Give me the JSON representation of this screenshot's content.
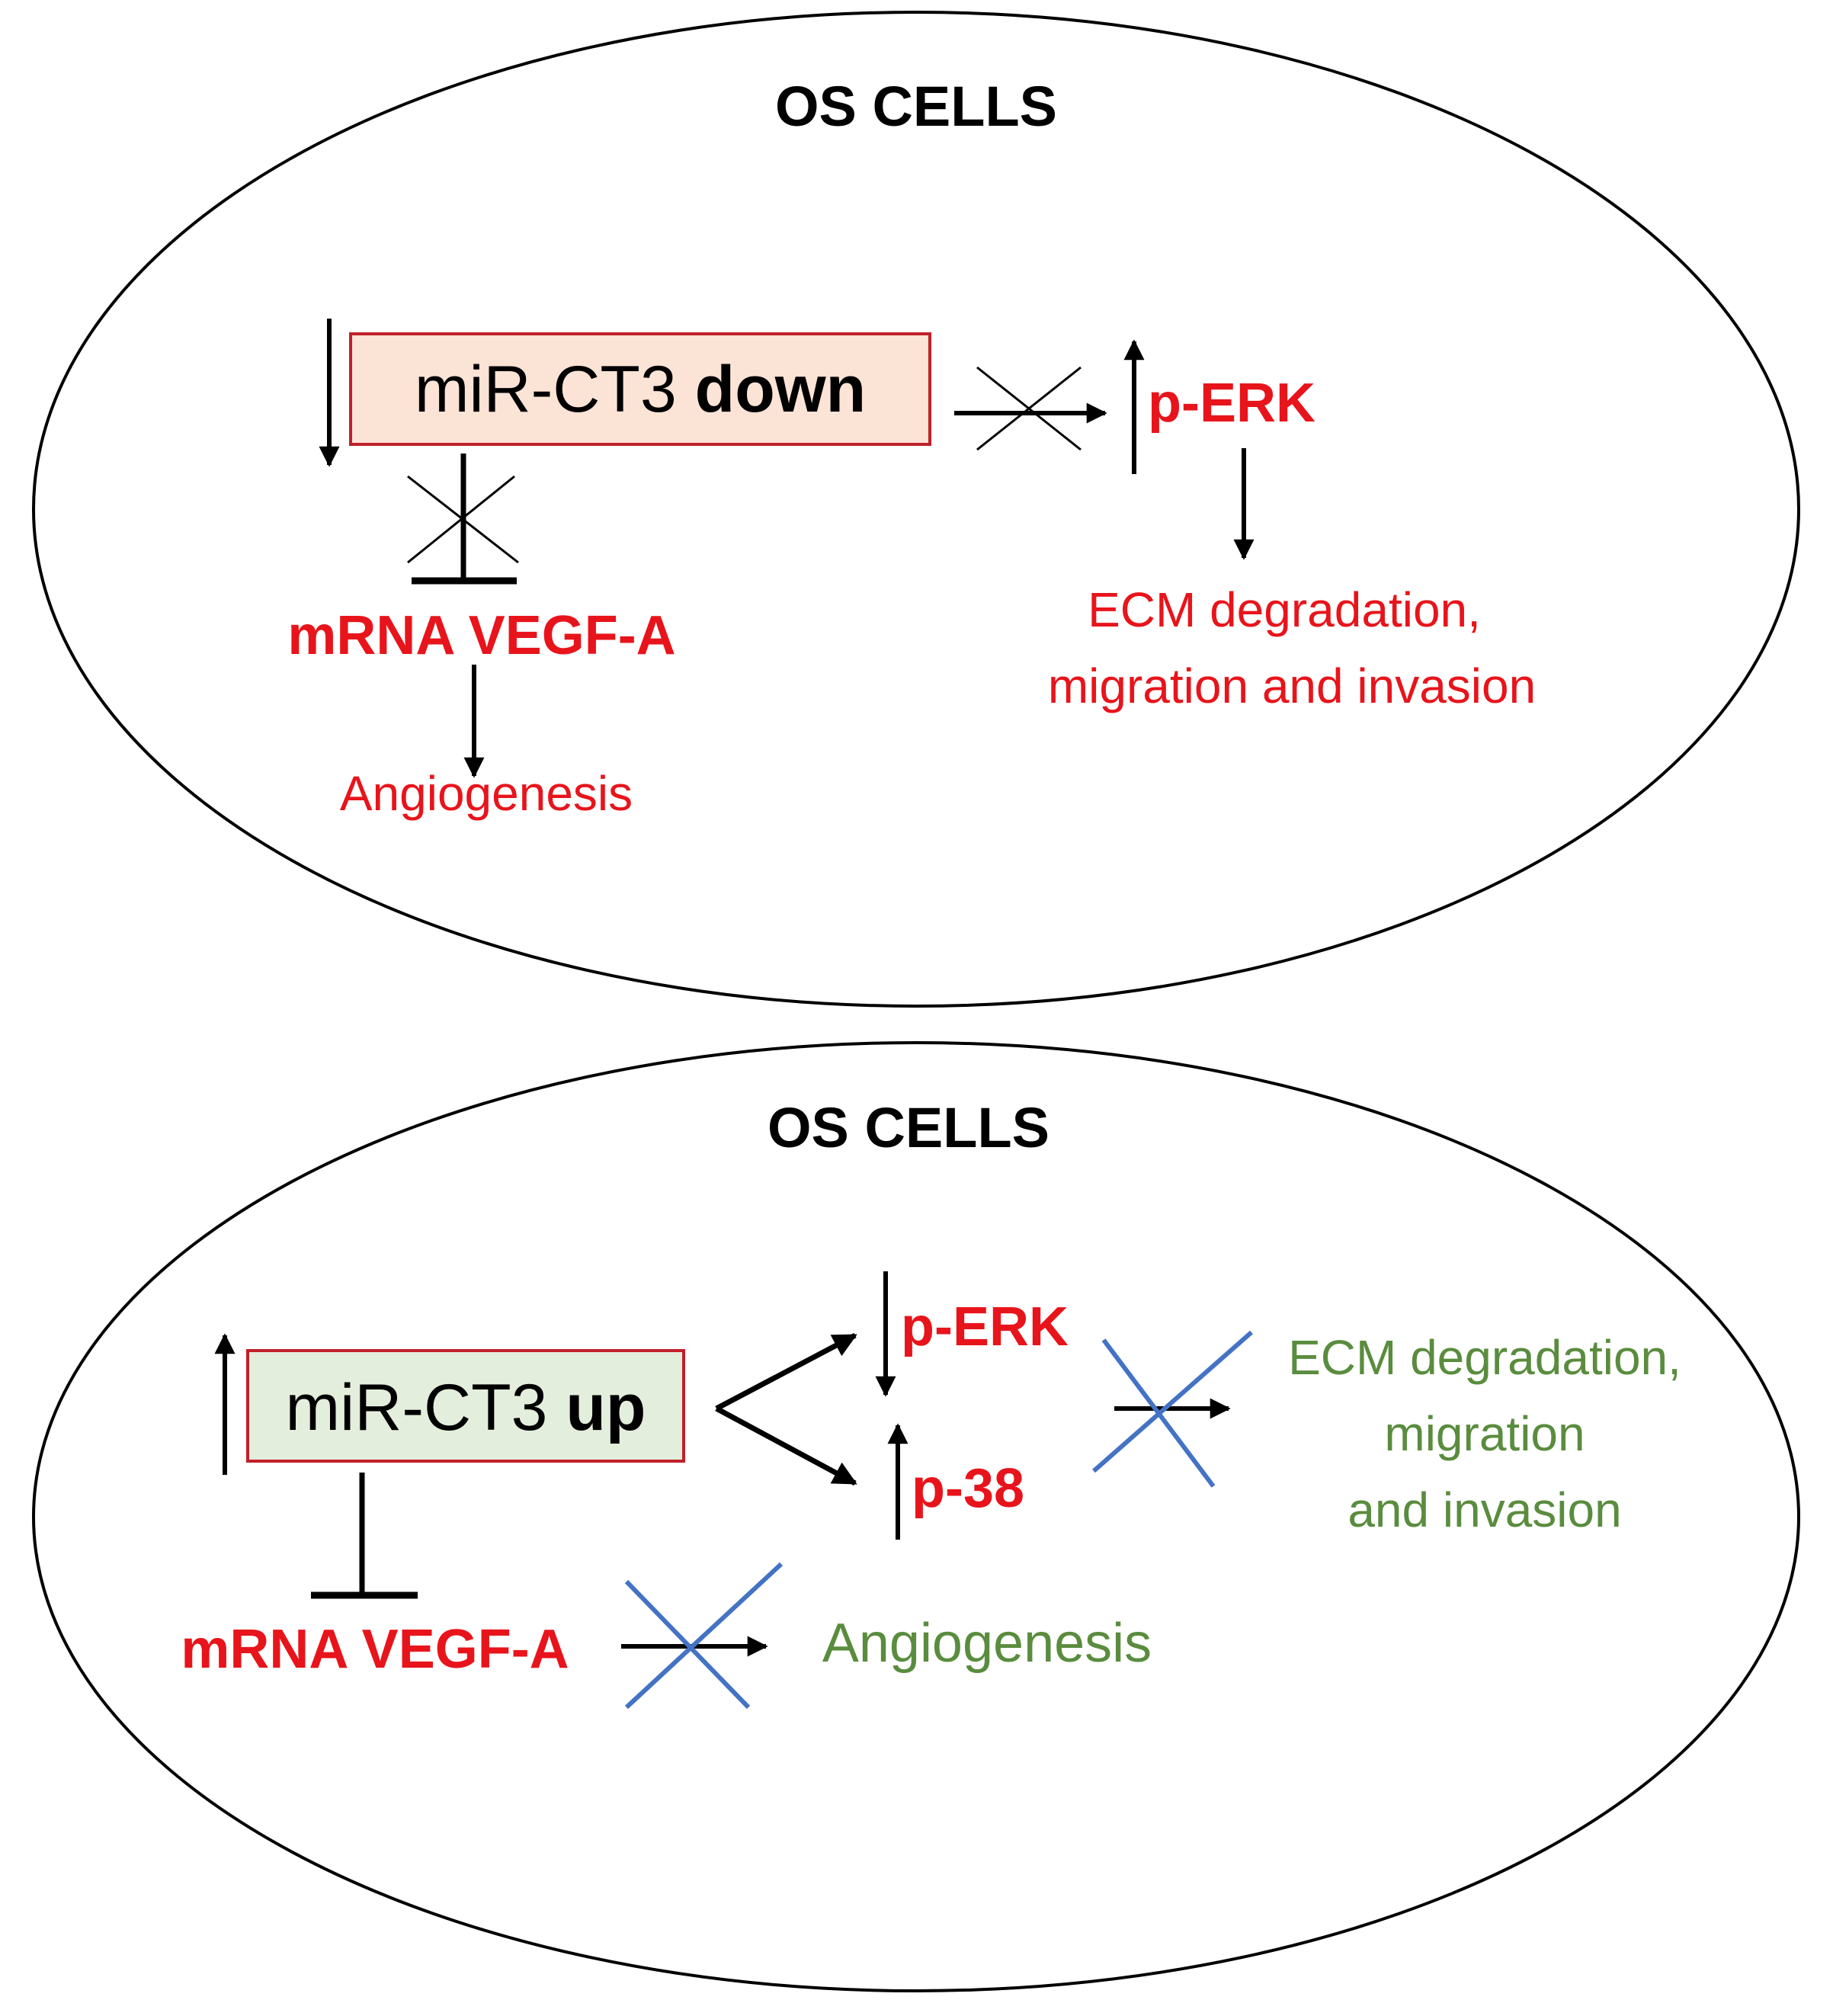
{
  "colors": {
    "red": "#e8141b",
    "green": "#5a8c3e",
    "blue_cross": "#4472c4",
    "peach_fill": "#fbe3d6",
    "mint_fill": "#e3eedc",
    "box_border": "#c0202a",
    "black": "#000000"
  },
  "top_cell": {
    "title": "OS CELLS",
    "mir_box": {
      "prefix": "miR-CT3 ",
      "state": "down",
      "direction": "down-arrow"
    },
    "target_mrna": "mRNA VEGF-A",
    "target_relation": "inhibition-blocked",
    "angiogenesis": "Angiogenesis",
    "kinase": {
      "label": "p-ERK",
      "direction": "up-arrow",
      "relation": "activation-blocked"
    },
    "kinase_outcome": [
      "ECM degradation,",
      "migration and invasion"
    ]
  },
  "bottom_cell": {
    "title": "OS CELLS",
    "mir_box": {
      "prefix": "miR-CT3 ",
      "state": "up",
      "direction": "up-arrow"
    },
    "target_mrna": "mRNA VEGF-A",
    "target_relation": "inhibition",
    "angiogenesis": "Angiogenesis",
    "angiogenesis_relation": "activation-blocked",
    "kinases": [
      {
        "label": "p-ERK",
        "direction": "down-arrow"
      },
      {
        "label": "p-38",
        "direction": "up-arrow"
      }
    ],
    "kinase_outcome": [
      "ECM degradation,",
      "migration",
      "and invasion"
    ],
    "kinase_outcome_relation": "activation-blocked"
  }
}
